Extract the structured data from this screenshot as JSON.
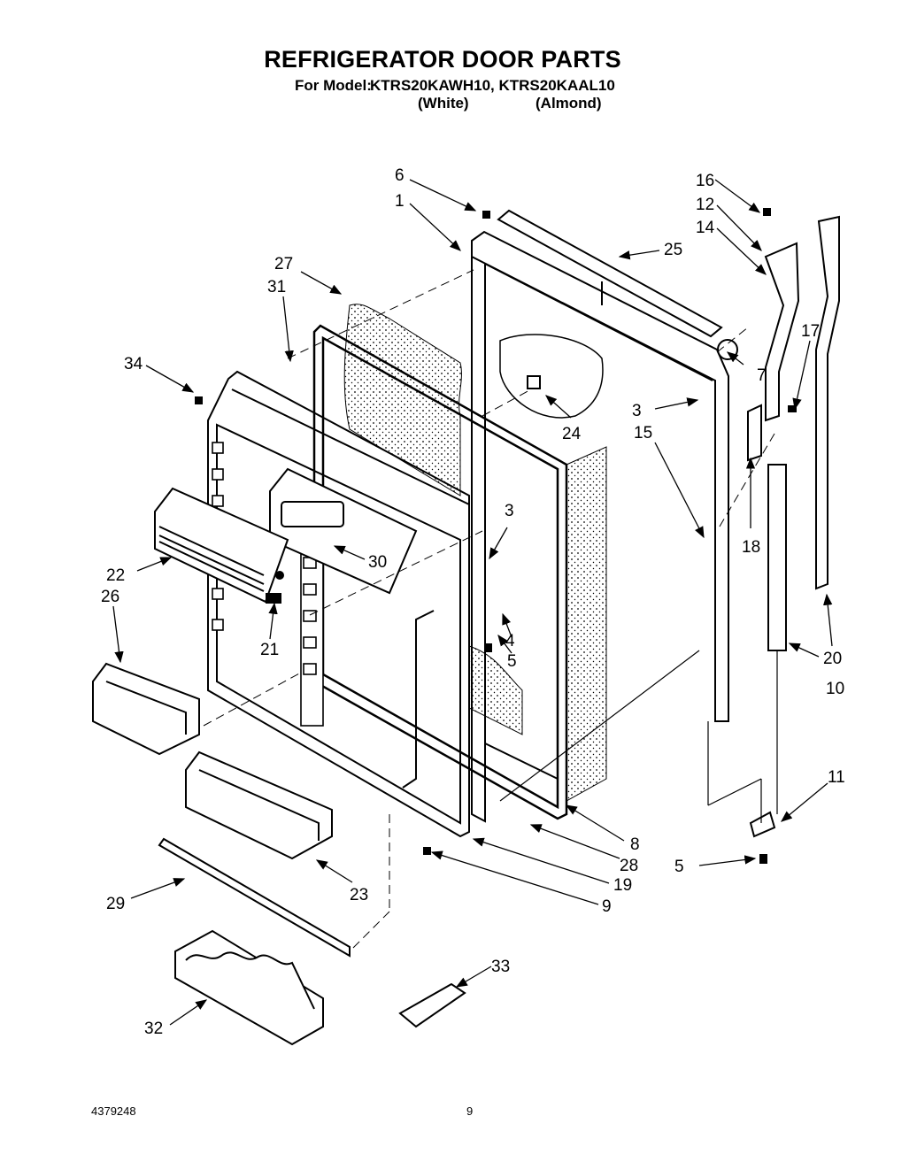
{
  "title": "REFRIGERATOR DOOR PARTS",
  "model_label": "For Model:",
  "models": "KTRS20KAWH10, KTRS20KAAL10",
  "variants": [
    "(White)",
    "(Almond)"
  ],
  "doc_number": "4379248",
  "page_number": "9",
  "callouts": {
    "c1": "1",
    "c3a": "3",
    "c3b": "3",
    "c4": "4",
    "c5a": "5",
    "c5b": "5",
    "c6": "6",
    "c7": "7",
    "c8": "8",
    "c9": "9",
    "c10": "10",
    "c11": "11",
    "c12": "12",
    "c14": "14",
    "c15": "15",
    "c16": "16",
    "c17": "17",
    "c18": "18",
    "c19": "19",
    "c20": "20",
    "c21": "21",
    "c22": "22",
    "c23": "23",
    "c24": "24",
    "c25": "25",
    "c26": "26",
    "c27": "27",
    "c28": "28",
    "c29": "29",
    "c30": "30",
    "c31": "31",
    "c32": "32",
    "c33": "33",
    "c34": "34"
  }
}
